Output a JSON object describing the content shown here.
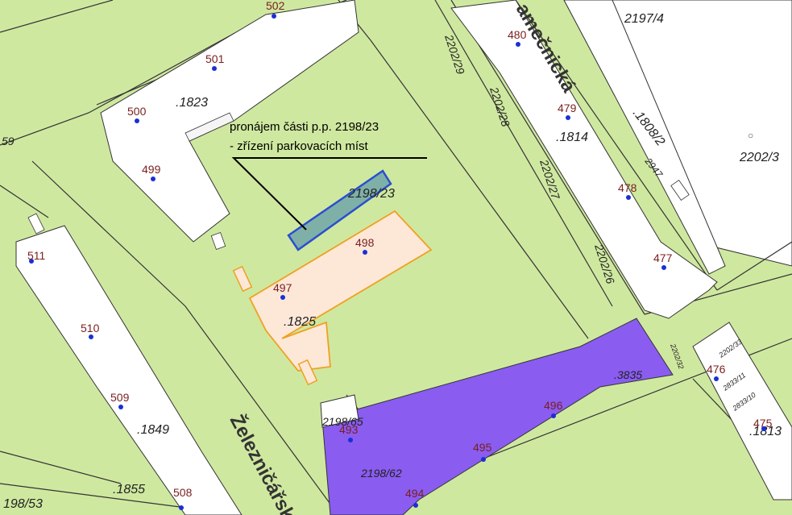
{
  "map": {
    "annotation": {
      "line1": "pronájem části p.p. 2198/23",
      "line2": "- zřízení parkovacích míst"
    },
    "streets": [
      {
        "name": "Železničářská"
      },
      {
        "name": "amečnická"
      }
    ],
    "parcels": [
      "2197/4",
      "2202/3",
      ".1808/2",
      "2947",
      ".1814",
      "2202/29",
      "2202/28",
      "2202/27",
      "2202/26",
      ".1823",
      "2198/23",
      ".1825",
      "59",
      ".3835",
      "2202/32",
      "2202/33",
      "2833/11",
      "2833/10",
      ".1813",
      "2198/65",
      "2198/62",
      ".1849",
      ".1855",
      "198/53"
    ],
    "house_numbers": [
      "502",
      "501",
      "500",
      "499",
      "480",
      "479",
      "478",
      "477",
      "498",
      "497",
      "511",
      "510",
      "509",
      "508",
      "476",
      "475",
      "496",
      "495",
      "494",
      "493"
    ],
    "colors": {
      "background": "#cfe8a0",
      "building": "#ffffff",
      "lease_area": "#7fb0a8",
      "lease_outline": "#2a4fd0",
      "highlight_fill": "#fde8d8",
      "highlight_outline": "#f0a020",
      "purple": "#8a5cf0",
      "point": "#1a2fd6",
      "house_number": "#7a1f1f"
    }
  }
}
